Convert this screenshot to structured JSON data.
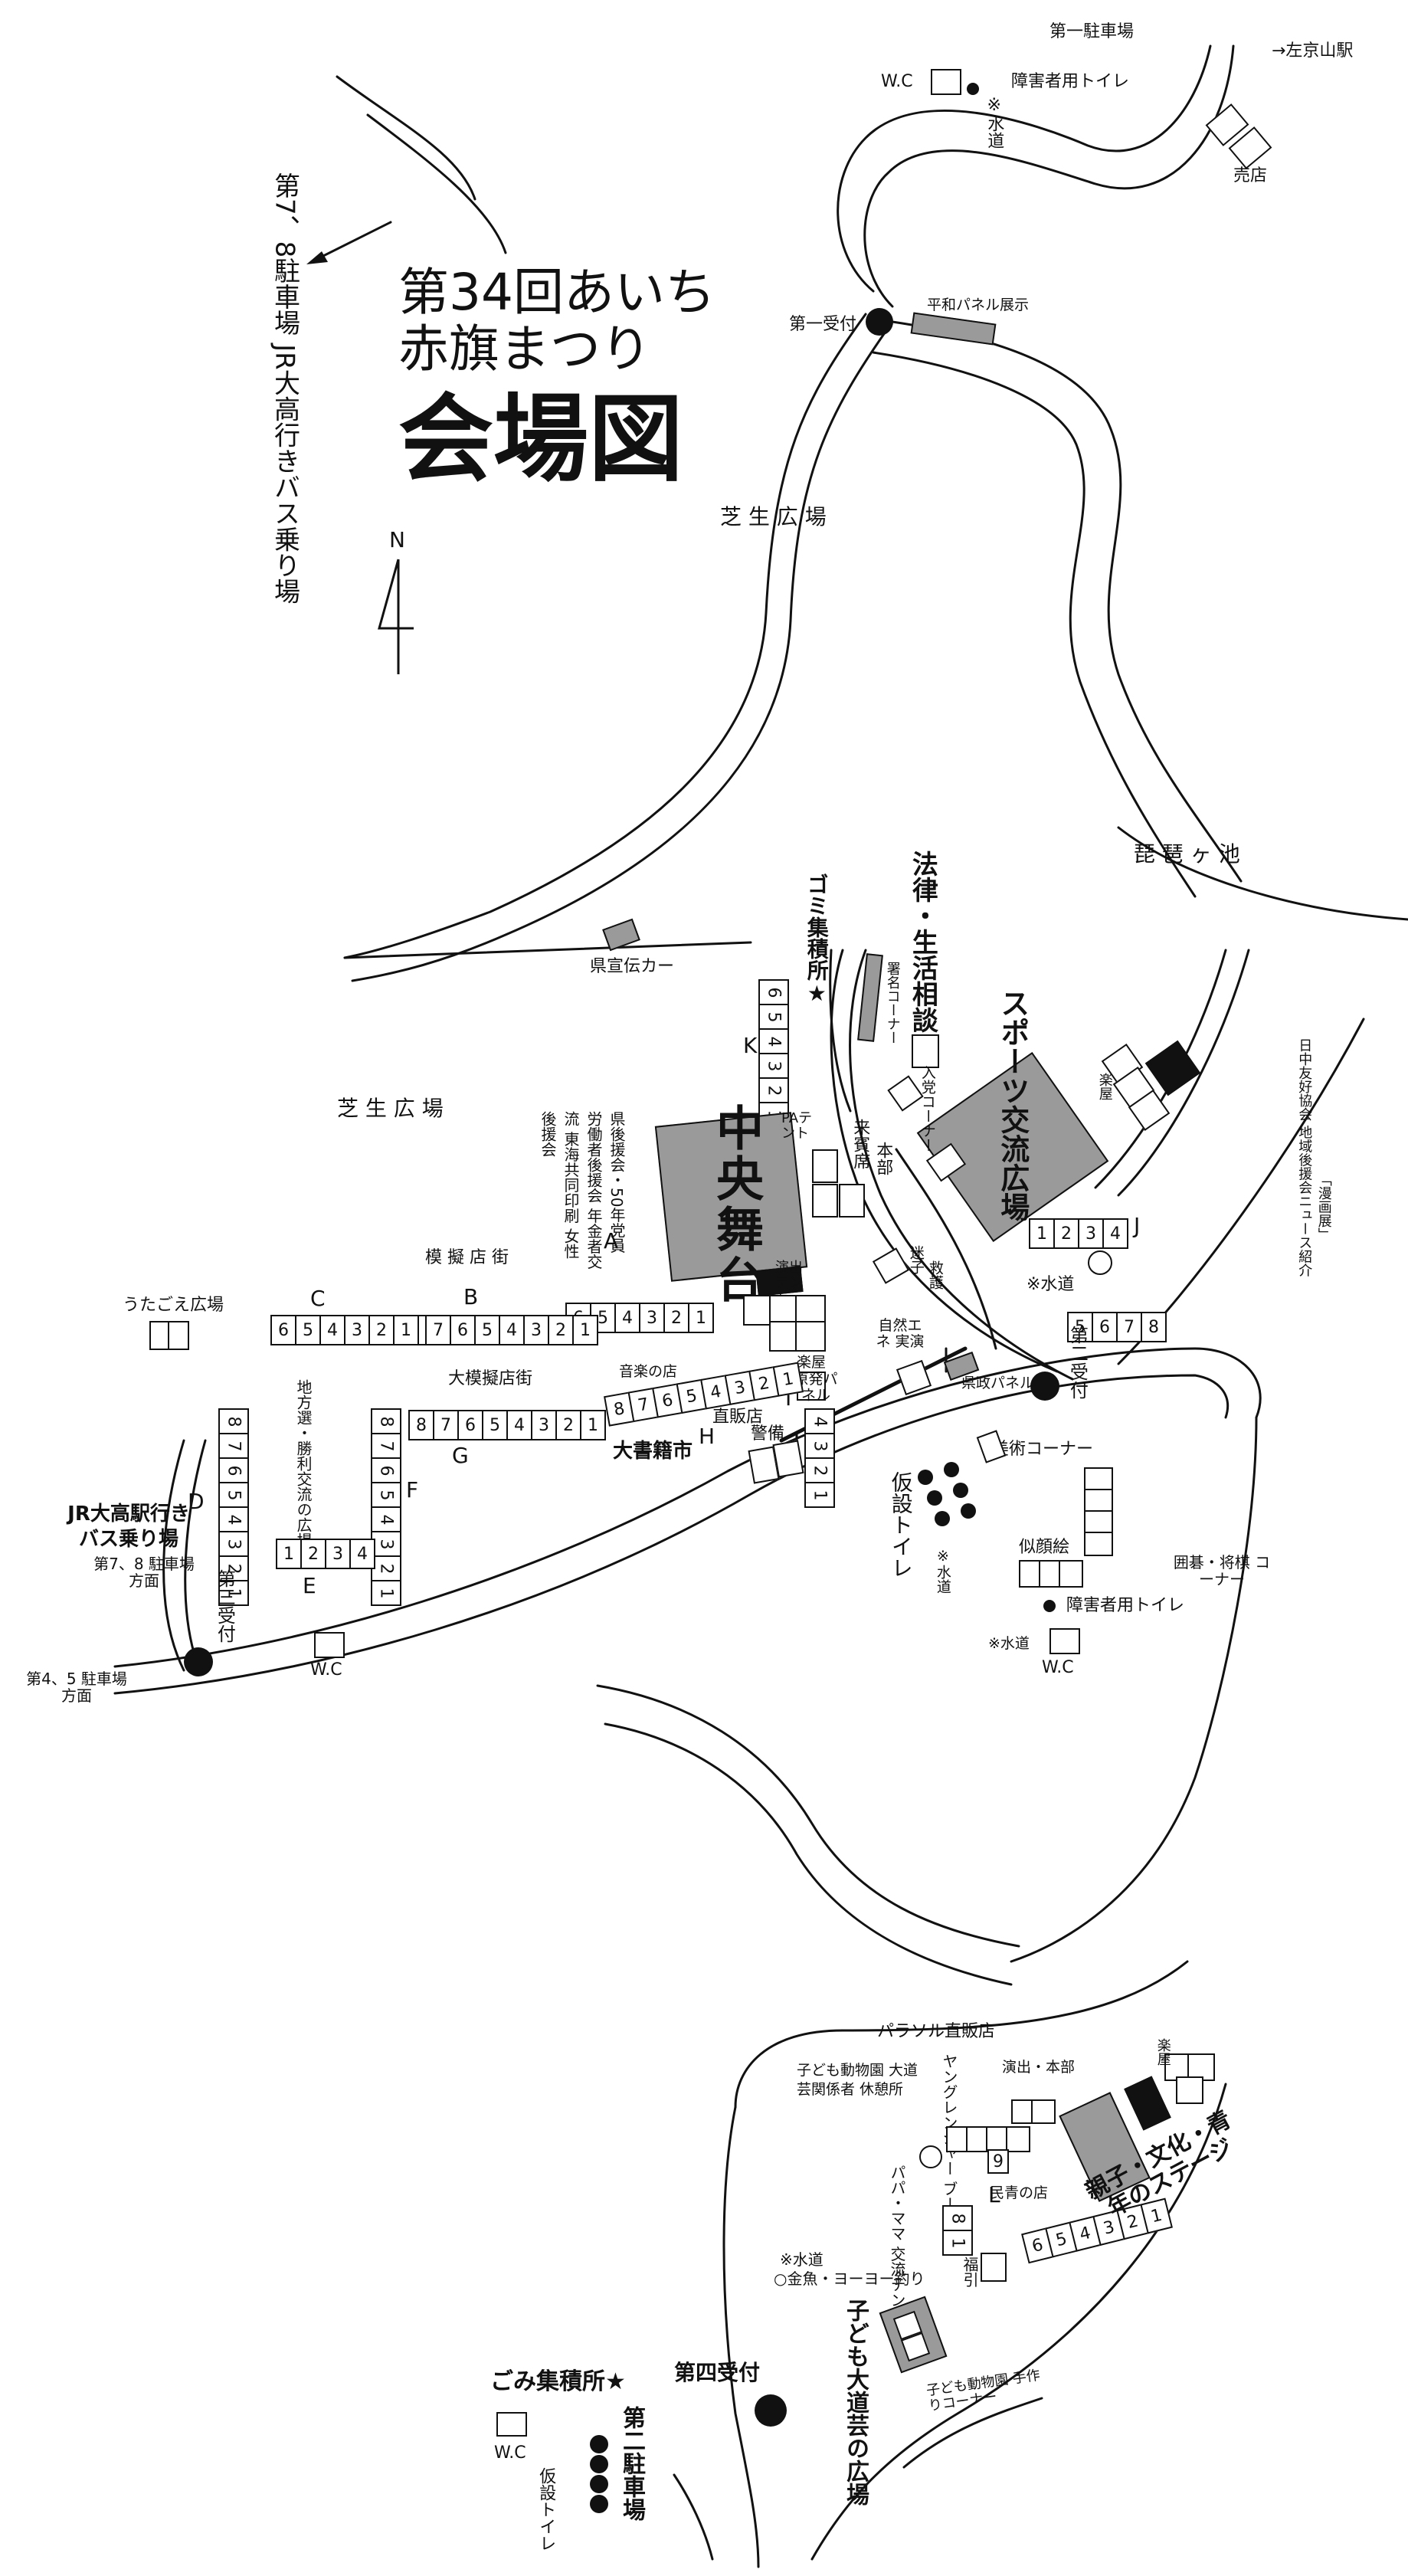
{
  "title": {
    "line1": "第34回あいち",
    "line2": "赤旗まつり",
    "line3": "会場図"
  },
  "compass": {
    "north": "N"
  },
  "parking": {
    "p1": "第一駐車場",
    "p2": "第二駐車場",
    "p78_bus": "第7、8駐車場 JR大高行きバス乗り場",
    "p78_dir": "第7、8 駐車場方面",
    "p45_dir": "第4、5 駐車場方面"
  },
  "direction": {
    "sakyoyama": "→左京山駅"
  },
  "reception": {
    "r1": "第一受付",
    "r2": "第二受付",
    "r3": "第三受付",
    "r4": "第四受付"
  },
  "facilities": {
    "wc": "W.C",
    "disabled_toilet": "障害者用トイレ",
    "water": "※水道",
    "water_v": "※水道",
    "shop": "売店",
    "peace_panel": "平和パネル展示",
    "lawn1": "芝 生 広 場",
    "lawn2": "芝 生 広 場",
    "biwa_pond": "琵 琶 ヶ 池",
    "prefectural_car": "県宣伝カー",
    "garbage1": "ゴミ集積所★",
    "garbage2": "ごみ集積所★",
    "temp_toilet": "仮設トイレ",
    "temp_toilet2": "仮設トイレ"
  },
  "areas": {
    "main_stage": "中央舞台",
    "sports_plaza": "スポーツ交流広場",
    "youth_stage": "親子・文化・青年のステージ",
    "kids_plaza": "子ども大道芸の広場",
    "law_consult": "法律・生活相談",
    "signature": "署名コーナー",
    "join_party": "入党コーナー",
    "guest_seats": "来賓席",
    "hq": "本部",
    "pa_tent": "PAテント",
    "performer_tent": "演出テント",
    "first_aid": "救護",
    "lost_child": "迷子",
    "gakuya1": "楽屋",
    "gakuya2": "楽屋",
    "gakuya3": "楽屋",
    "security": "警備",
    "nuclear_panel": "原発パネル",
    "natural_energy": "自然エネ 実演",
    "gov_panel": "県政パネル展",
    "art_corner": "美術コーナー",
    "portrait": "似顔絵",
    "go_shogi": "囲碁・将棋 コーナー",
    "music_shop": "音楽の店",
    "direct_shop": "直販店",
    "book_market": "大書籍市",
    "mock_street": "模 擬 店 街",
    "big_mock_street": "大模擬店街",
    "utagoe": "うたごえ広場",
    "local_election": "地方選・勝利交流の広場",
    "parasol": "パラソル直販店",
    "kids_zoo": "子ども動物園 大道芸関係者 休憩所",
    "kids_zoo_craft": "子ども動物園 手作りコーナー",
    "young_ranger": "ヤングレンジャー ブース",
    "performer_hq": "演出・本部",
    "democratic_youth": "民青の店",
    "papa_mama": "パパ・ママ 交流テント",
    "lottery": "福引",
    "goldfish": "○金魚・ヨーヨー釣り",
    "japan_china": "日中友好協会 地域後援会ニュース紹介",
    "manga_exhibit": "「漫画展」",
    "assoc_group": "県後援会・50年党員 労働者後援会 年金者交流 東海共同印刷 女性後援会"
  },
  "blocks": {
    "A": "A",
    "B": "B",
    "C": "C",
    "D": "D",
    "E": "E",
    "F": "F",
    "G": "G",
    "H": "H",
    "I": "I",
    "J": "J",
    "K": "K",
    "L": "L"
  },
  "stalls": {
    "A": [
      "6",
      "5",
      "4",
      "3",
      "2",
      "1"
    ],
    "B": [
      "8",
      "7",
      "6",
      "5",
      "4",
      "3",
      "2",
      "1"
    ],
    "C": [
      "6",
      "5",
      "4",
      "3",
      "2",
      "1"
    ],
    "D": [
      "8",
      "7",
      "6",
      "5",
      "4",
      "3",
      "2",
      "1"
    ],
    "E": [
      "1",
      "2",
      "3",
      "4"
    ],
    "F": [
      "8",
      "7",
      "6",
      "5",
      "4",
      "3",
      "2",
      "1"
    ],
    "G": [
      "8",
      "7",
      "6",
      "5",
      "4",
      "3",
      "2",
      "1"
    ],
    "H": [
      "8",
      "7",
      "6",
      "5",
      "4",
      "3",
      "2",
      "1"
    ],
    "I": [
      "4",
      "3",
      "2",
      "1"
    ],
    "J_top": [
      "1",
      "2",
      "3",
      "4"
    ],
    "J_bottom": [
      "5",
      "6",
      "7",
      "8"
    ],
    "K": [
      "6",
      "5",
      "4",
      "3",
      "2",
      "1"
    ],
    "L": [
      "6",
      "5",
      "4",
      "3",
      "2",
      "1"
    ],
    "L_small": [
      "8",
      "1"
    ],
    "L_nine": [
      "9"
    ]
  }
}
